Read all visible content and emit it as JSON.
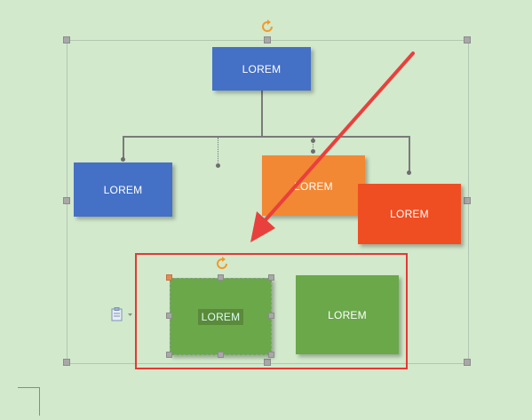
{
  "colors": {
    "background": "#d2e9cc",
    "blue": "#4470c5",
    "orange": "#f28834",
    "red_orange": "#ef4e22",
    "green": "#6aa84a",
    "red_outline": "#e53935",
    "arrow": "#e8403d",
    "rotate_handle": "#f29a28"
  },
  "nodes": {
    "top": "LOREM",
    "left": "LOREM",
    "orange": "LOREM",
    "red": "LOREM",
    "green_selected": "LOREM",
    "green_right": "LOREM"
  },
  "icons": {
    "rotate": "rotate-handle-icon",
    "paste_options": "paste-options-icon",
    "arrow": "red-arrow-annotation"
  }
}
